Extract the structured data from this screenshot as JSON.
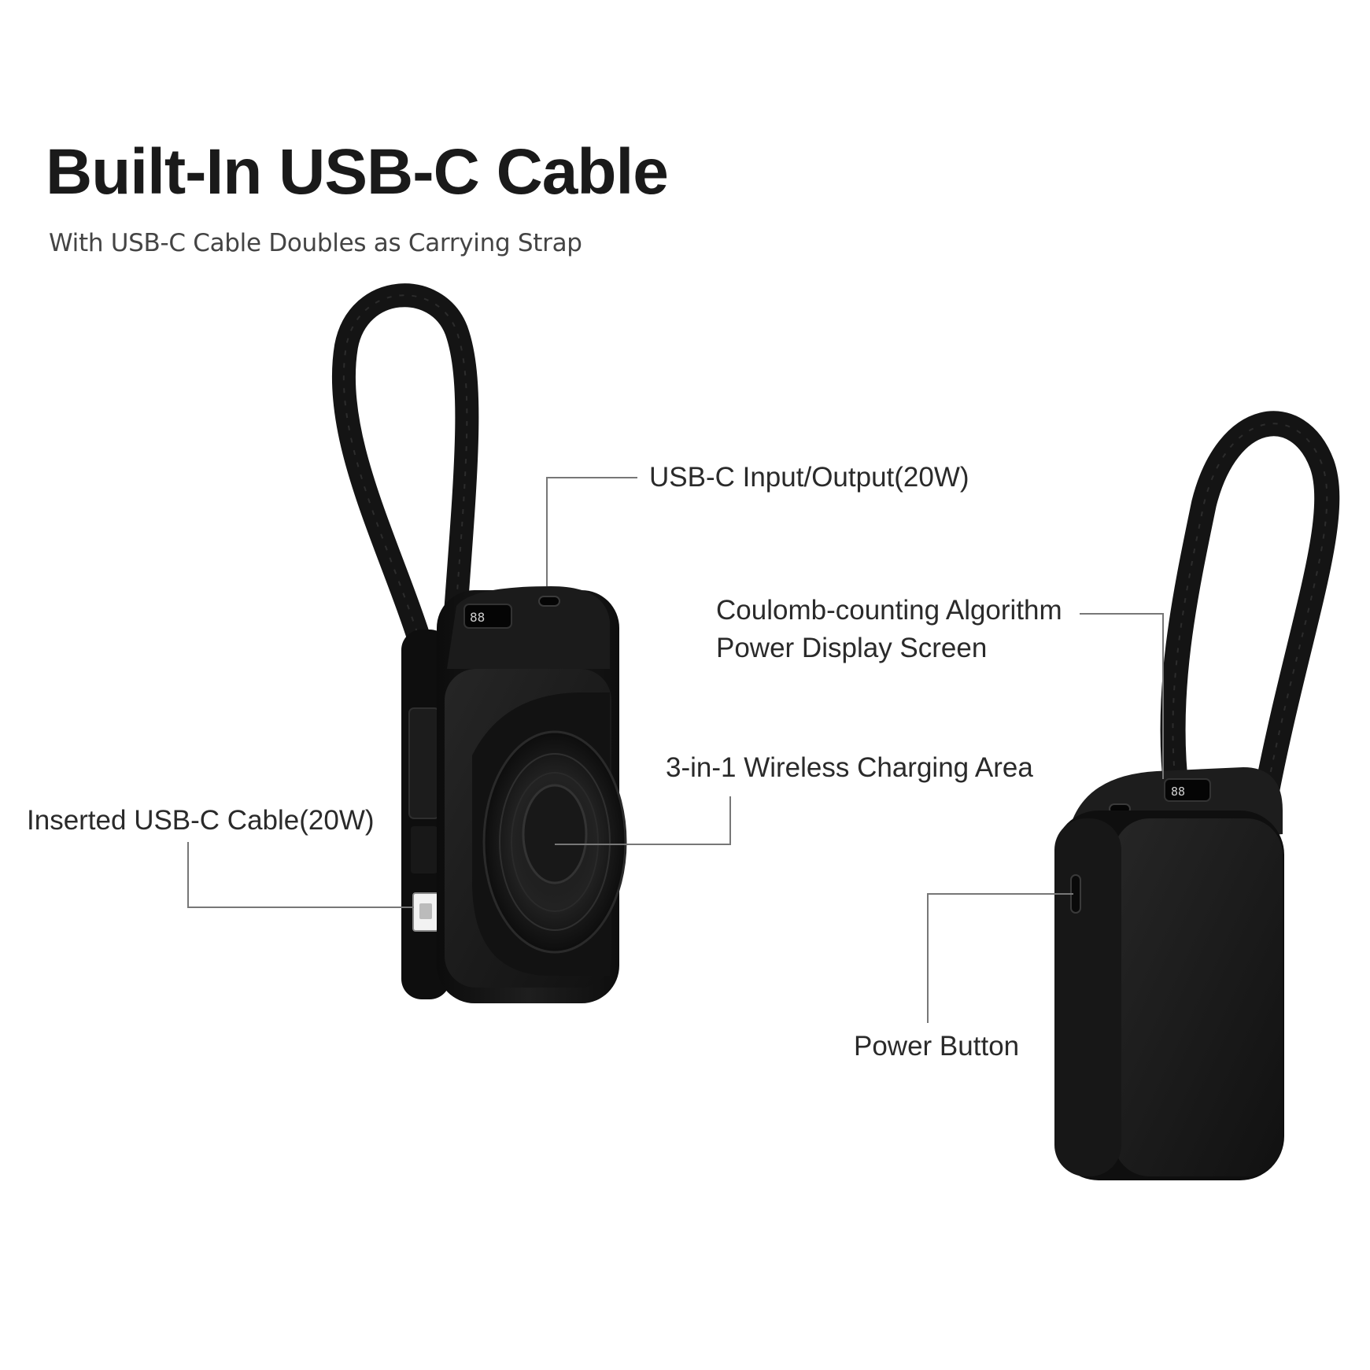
{
  "header": {
    "title": "Built-In USB-C Cable",
    "subtitle": "With USB-C Cable Doubles as Carrying Strap"
  },
  "callouts": {
    "usbc_io": "USB-C Input/Output(20W)",
    "display_line1": "Coulomb-counting Algorithm",
    "display_line2": "Power Display Screen",
    "wireless": "3-in-1 Wireless Charging Area",
    "inserted_cable": "Inserted USB-C Cable(20W)",
    "power_button": "Power Button"
  },
  "colors": {
    "device": "#151515",
    "leader_line": "#777777",
    "text": "#2a2a2a"
  }
}
